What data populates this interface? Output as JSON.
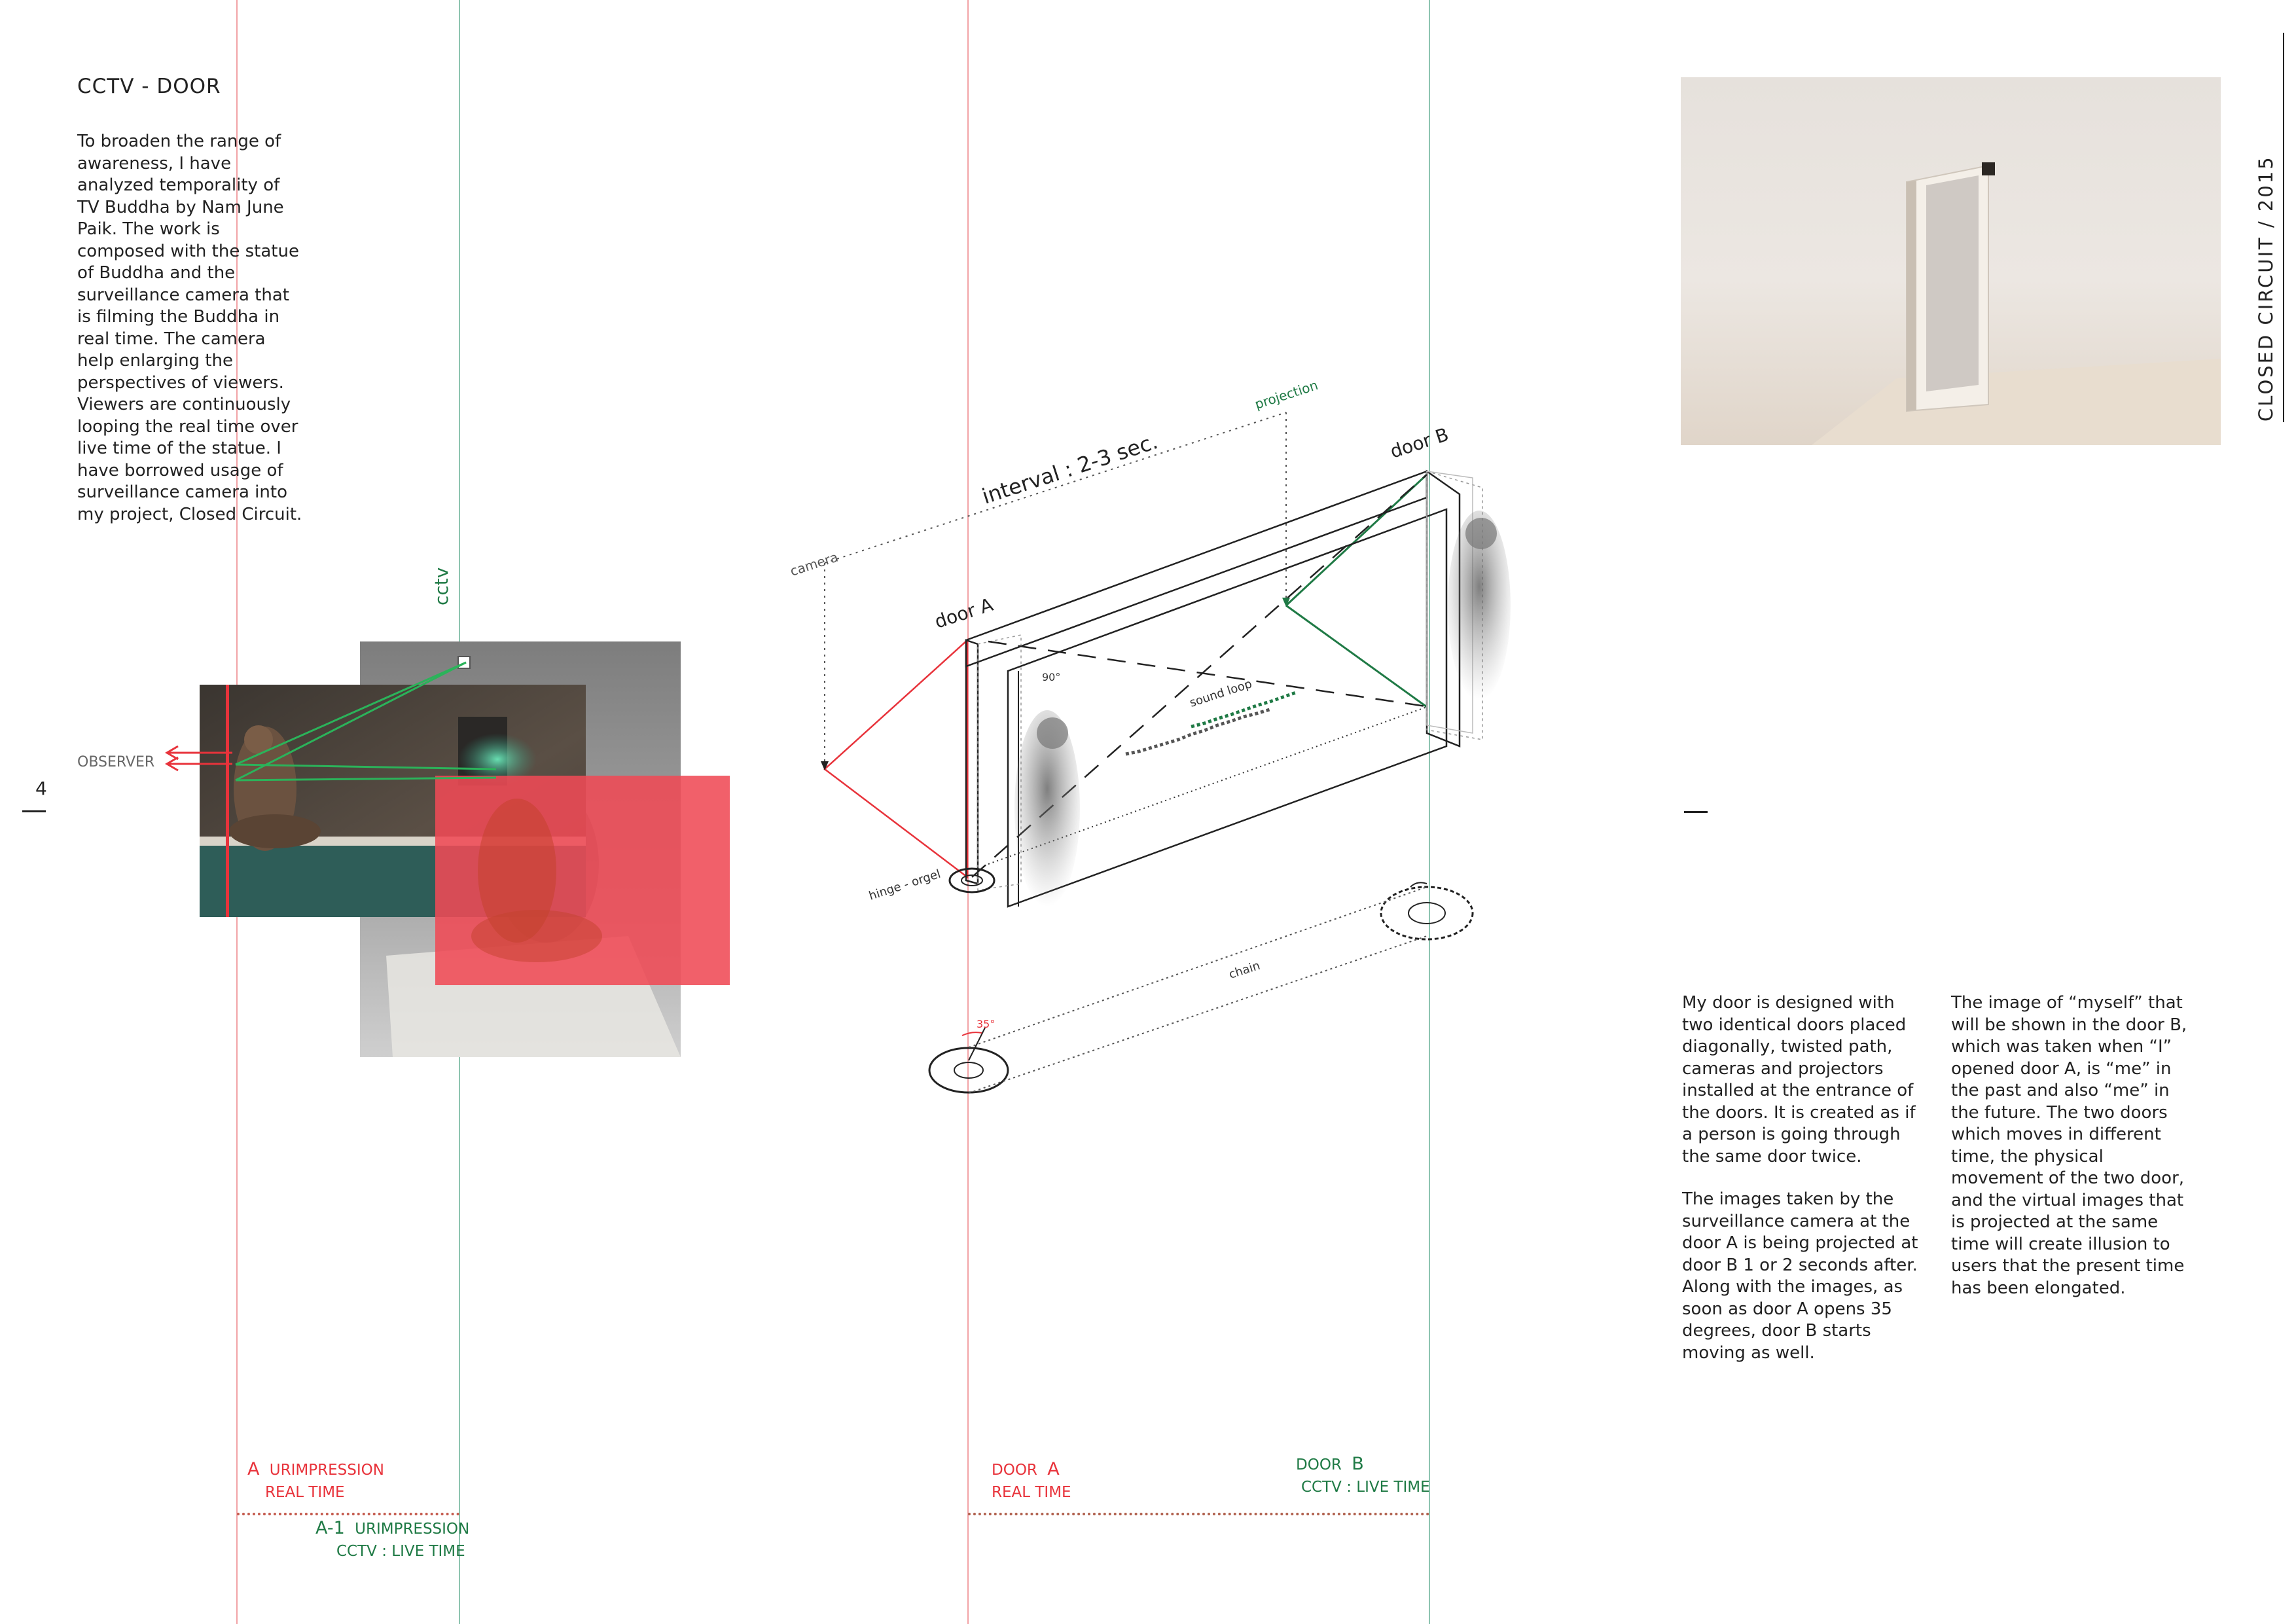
{
  "left": {
    "title": "CCTV - DOOR",
    "intro": "To broaden the range of awareness, I have analyzed temporality of TV Buddha by Nam June Paik. The work is composed with the statue of Buddha and the surveillance camera that is filming the Buddha in real time. The camera help enlarging the perspectives of viewers. Viewers are continuously looping the real time over live time of the statue. I have borrowed usage of surveillance camera into my project, Closed Circuit.",
    "page_number": "4",
    "observer_label": "OBSERVER",
    "cctv_label": "cctv",
    "legend_a_letter": "A",
    "legend_a_title": "URIMPRESSION",
    "legend_a_sub": "REAL TIME",
    "legend_a1_letter": "A-1",
    "legend_a1_title": "URIMPRESSION",
    "legend_a1_sub": "CCTV : LIVE TIME"
  },
  "diagram": {
    "door_a": "door A",
    "door_b": "door B",
    "interval": "interval : 2-3 sec.",
    "camera": "camera",
    "projection": "projection",
    "angle_90": "90°",
    "angle_35": "35°",
    "sound_loop": "sound loop",
    "hinge": "hinge - orgel",
    "chain": "chain",
    "legend_door_a_word": "DOOR",
    "legend_door_a_letter": "A",
    "legend_door_a_sub": "REAL TIME",
    "legend_door_b_word": "DOOR",
    "legend_door_b_letter": "B",
    "legend_door_b_sub": "CCTV : LIVE TIME"
  },
  "right": {
    "vertical_title": "CLOSED CIRCUIT / 2015",
    "col1_p1": "My door is designed with two identical doors placed diagonally, twisted path, cameras and projectors installed at the entrance of the doors. It is created as if a person is going through the same door twice.",
    "col1_p2": "The images taken by the surveillance camera at the door A is being projected at door B 1 or 2 seconds after. Along with the images, as soon as door A opens 35 degrees, door B starts moving as well.",
    "col2_p1": "The image of “myself” that will be shown in the door B, which was taken when “I” opened door A, is “me” in the past and also “me” in the future. The two doors which moves in different time, the physical movement of the two door, and the virtual images that is projected at the same time will create illusion to users that the present time has been elongated."
  },
  "colors": {
    "red": "#e8333b",
    "green": "#1f7a45",
    "teal_line": "#5fa38d"
  }
}
